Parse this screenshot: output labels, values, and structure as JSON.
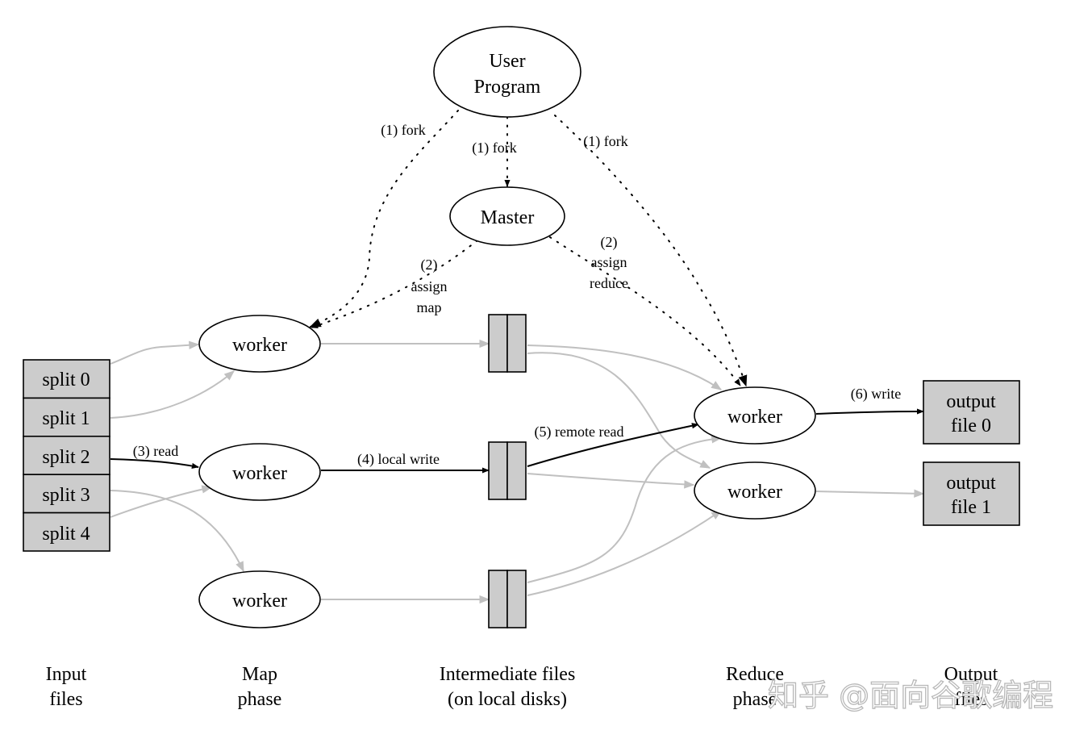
{
  "nodes": {
    "user_program_line1": "User",
    "user_program_line2": "Program",
    "master": "Master",
    "map_worker_1": "worker",
    "map_worker_2": "worker",
    "map_worker_3": "worker",
    "reduce_worker_1": "worker",
    "reduce_worker_2": "worker"
  },
  "splits": [
    "split 0",
    "split 1",
    "split 2",
    "split 3",
    "split 4"
  ],
  "outputs": [
    {
      "line1": "output",
      "line2": "file 0"
    },
    {
      "line1": "output",
      "line2": "file 1"
    }
  ],
  "edge_labels": {
    "fork_left": "(1) fork",
    "fork_center": "(1) fork",
    "fork_right": "(1) fork",
    "assign_map": [
      "(2)",
      "assign",
      "map"
    ],
    "assign_reduce": [
      "(2)",
      "assign",
      "reduce"
    ],
    "read": "(3) read",
    "local_write": "(4) local write",
    "remote_read": "(5) remote read",
    "write": "(6) write"
  },
  "phases": {
    "input": [
      "Input",
      "files"
    ],
    "map": [
      "Map",
      "phase"
    ],
    "intermediate": [
      "Intermediate files",
      "(on local disks)"
    ],
    "reduce": [
      "Reduce",
      "phase"
    ],
    "output": [
      "Output",
      "files"
    ]
  },
  "watermark": "知乎 @面向谷歌编程",
  "colors": {
    "box_fill": "#cccccc",
    "active_edge": "#000000",
    "inactive_edge": "#c0c0c0"
  }
}
